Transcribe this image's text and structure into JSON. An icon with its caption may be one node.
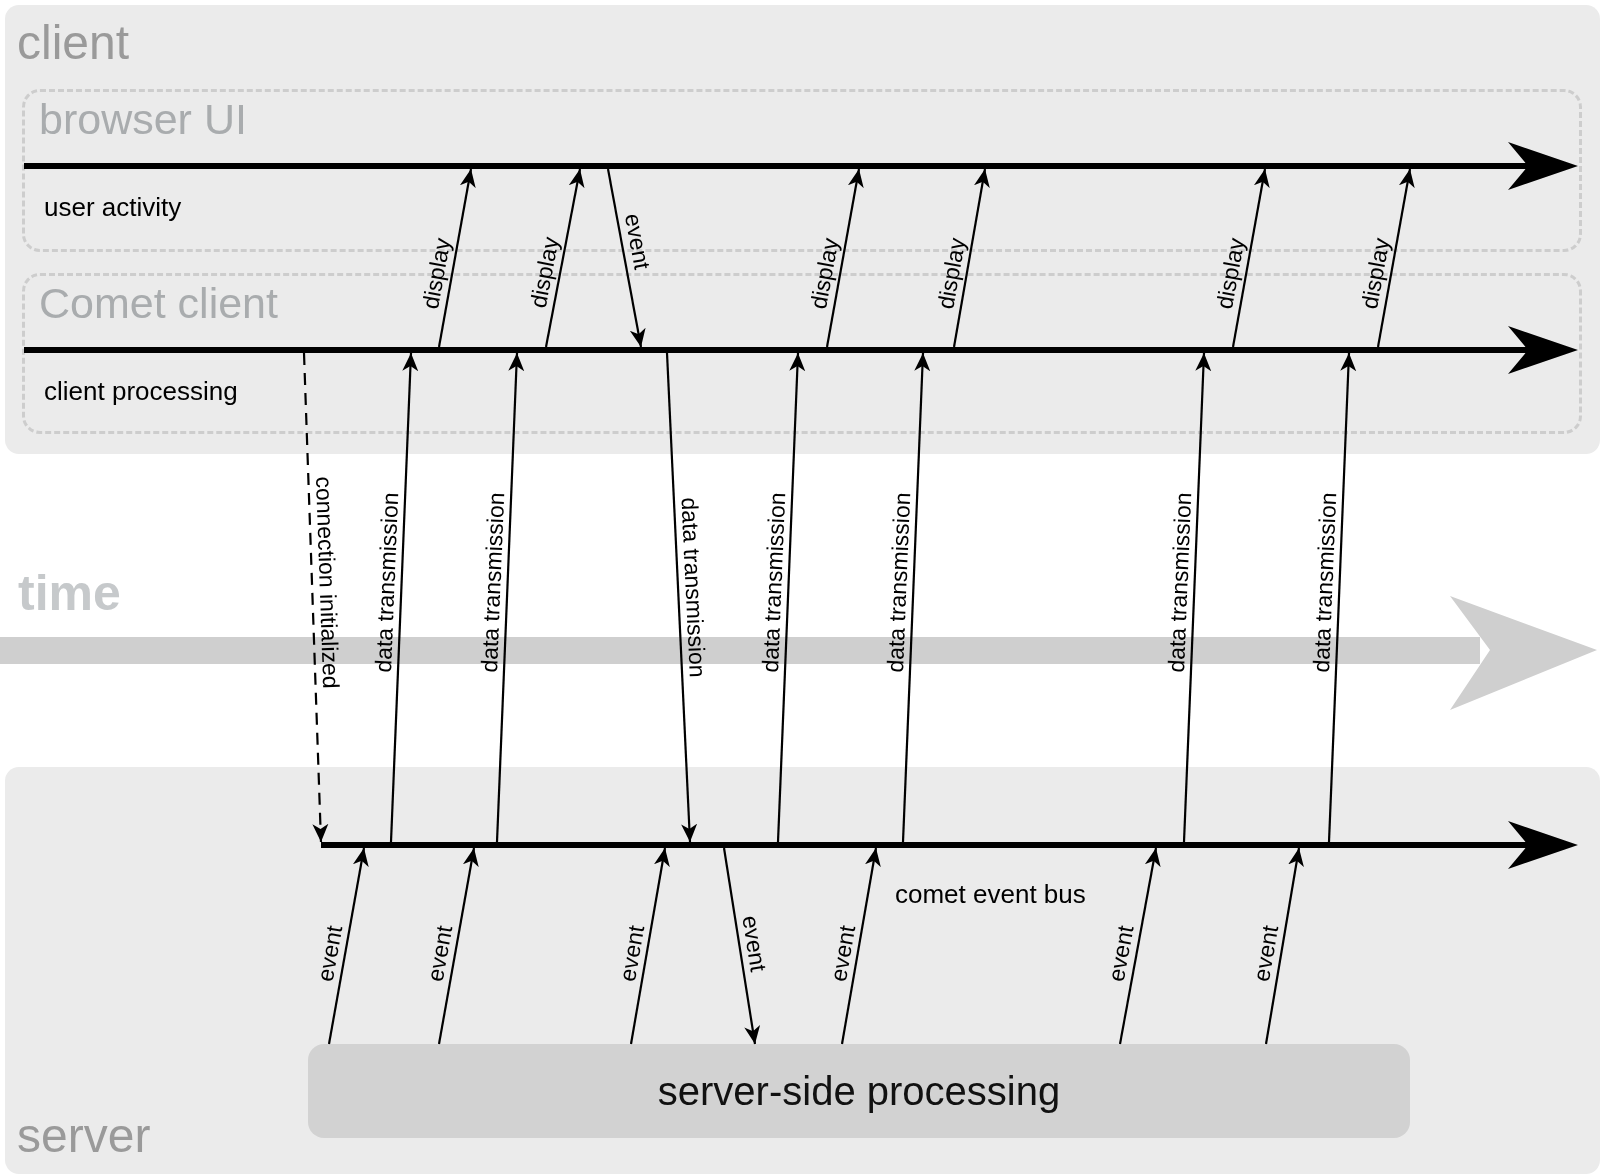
{
  "diagram": {
    "nodes": [
      {
        "text": [
          "client"
        ]
      },
      {
        "text": [
          "browser UI"
        ],
        "in": 0
      },
      {
        "text": [],
        "shape": "bar",
        "beside": [
          "user activity"
        ],
        "in": 1
      },
      {
        "text": [
          "Comet client"
        ],
        "in": 0
      },
      {
        "text": [],
        "shape": "bar",
        "beside": [
          "client processing"
        ],
        "in": 3
      },
      {
        "text": [
          "server"
        ]
      },
      {
        "text": [],
        "shape": "bar",
        "beside": [
          "comet event bus"
        ],
        "in": 5
      },
      {
        "text": [
          "server-side processing"
        ],
        "in": 5
      }
    ],
    "edges": [
      {
        "from": 4,
        "to": 6,
        "arrow": "to",
        "label": "connection initialized",
        "style": "dashed"
      },
      {
        "from": 4,
        "to": 2,
        "arrow": "to",
        "label": "display"
      },
      {
        "from": 6,
        "to": 4,
        "arrow": "to",
        "label": "data transmission"
      },
      {
        "from": 4,
        "to": 2,
        "arrow": "to",
        "label": "display"
      },
      {
        "from": 6,
        "to": 4,
        "arrow": "to",
        "label": "data transmission"
      },
      {
        "from": 2,
        "to": 4,
        "arrow": "to",
        "label": "event"
      },
      {
        "from": 4,
        "to": 6,
        "arrow": "to",
        "label": "data transmission"
      },
      {
        "from": 4,
        "to": 2,
        "arrow": "to",
        "label": "display"
      },
      {
        "from": 6,
        "to": 4,
        "arrow": "to",
        "label": "data transmission"
      },
      {
        "from": 4,
        "to": 2,
        "arrow": "to",
        "label": "display"
      },
      {
        "from": 6,
        "to": 4,
        "arrow": "to",
        "label": "data transmission"
      },
      {
        "from": 4,
        "to": 2,
        "arrow": "to",
        "label": "display"
      },
      {
        "from": 6,
        "to": 4,
        "arrow": "to",
        "label": "data transmission"
      },
      {
        "from": 4,
        "to": 2,
        "arrow": "to",
        "label": "display"
      },
      {
        "from": 6,
        "to": 4,
        "arrow": "to",
        "label": "data transmission"
      },
      {
        "from": 7,
        "to": 6,
        "arrow": "to",
        "label": "event"
      },
      {
        "from": 7,
        "to": 6,
        "arrow": "to",
        "label": "event"
      },
      {
        "from": 7,
        "to": 6,
        "arrow": "to",
        "label": "event"
      },
      {
        "from": 6,
        "to": 7,
        "arrow": "to",
        "label": "event"
      },
      {
        "from": 7,
        "to": 6,
        "arrow": "to",
        "label": "event"
      },
      {
        "from": 7,
        "to": 6,
        "arrow": "to",
        "label": "event"
      },
      {
        "from": 7,
        "to": 6,
        "arrow": "to",
        "label": "event"
      }
    ],
    "labels": [
      "time"
    ]
  }
}
